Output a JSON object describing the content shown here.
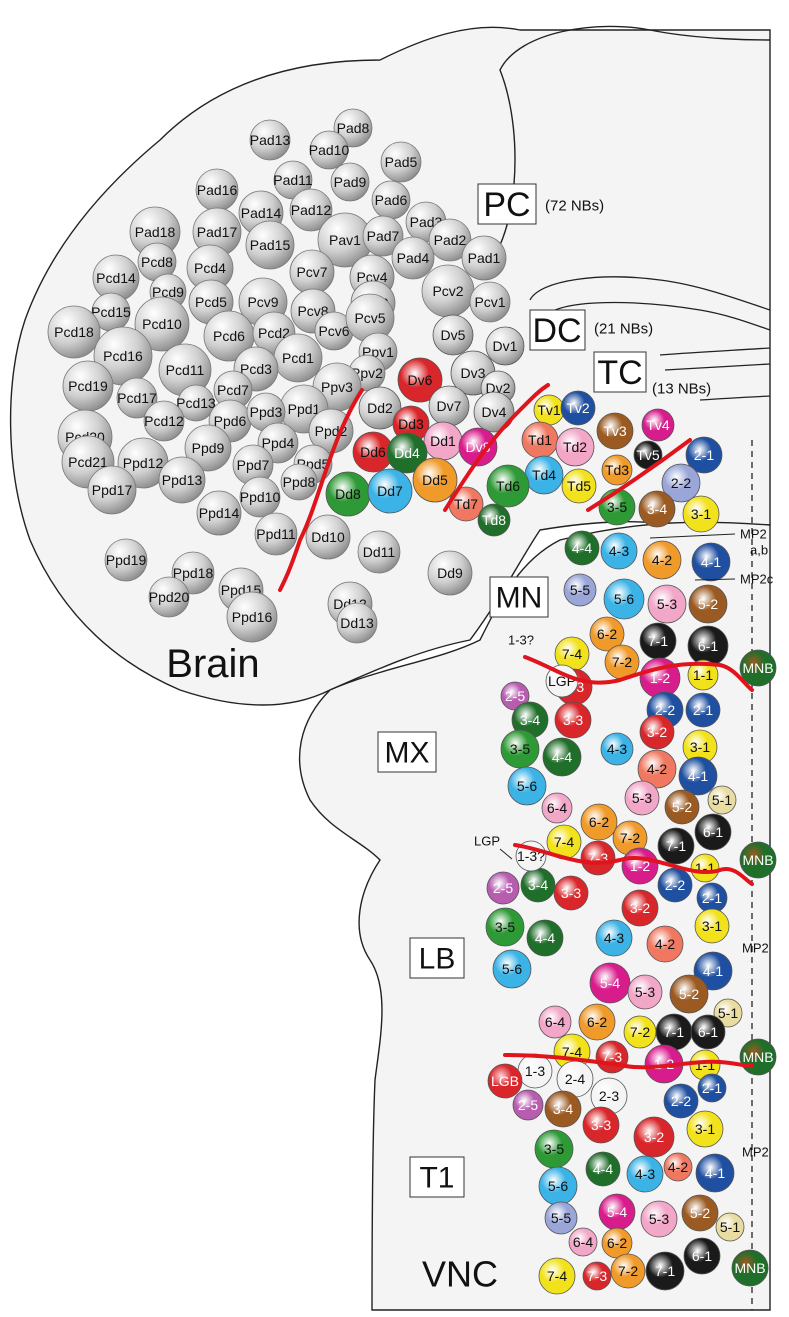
{
  "regions": {
    "pc": {
      "label": "PC",
      "count": "(72 NBs)"
    },
    "dc": {
      "label": "DC",
      "count": "(21 NBs)"
    },
    "tc": {
      "label": "TC",
      "count": "(13 NBs)"
    },
    "mn": {
      "label": "MN"
    },
    "mx": {
      "label": "MX"
    },
    "lb": {
      "label": "LB"
    },
    "t1": {
      "label": "T1"
    },
    "brain": {
      "label": "Brain"
    },
    "vnc": {
      "label": "VNC"
    }
  },
  "annotations": {
    "mp2ab_line1": "MP2",
    "mp2ab_line2": "a,b",
    "mp2c": "MP2c",
    "mp2_lb": "MP2",
    "mp2_t1": "MP2",
    "mnb_mn": "MNB",
    "mnb_mx": "MNB",
    "mnb_lb": "MNB",
    "mnb_t1": "MNB",
    "lgp_mx": "LGP",
    "lgp_lb": "LGP",
    "q13_mn": "1-3?",
    "q13_lb": "1-3?",
    "lgb_t1": "LGB"
  },
  "colors": {
    "gray": "#c8c8c8",
    "red": "#d8262a",
    "green": "#2e9a35",
    "darkgreen": "#1f6e2a",
    "blue": "#1f4fa0",
    "lightblue": "#3bb3e6",
    "orange": "#f09a2a",
    "yellow": "#f2e21c",
    "pink": "#f2a6c8",
    "magenta": "#d81c8c",
    "purple": "#b85cb0",
    "brown": "#9a5a22",
    "black": "#1a1a1a",
    "white": "#f4f4f4",
    "salmon": "#f07860",
    "olive": "#a0a040",
    "cream": "#e8dca0",
    "lavender": "#9aa6d8",
    "segmentBorder": "#e0141c"
  },
  "brain_nbs": [
    "Pad13",
    "Pad8",
    "Pad10",
    "Pad5",
    "Pad11",
    "Pad9",
    "Pad16",
    "Pad6",
    "Pad14",
    "Pad12",
    "Pad3",
    "Pad18",
    "Pad17",
    "Pav1",
    "Pad7",
    "Pad2",
    "Pad15",
    "Pad4",
    "Pad1",
    "Pcd14",
    "Pcd8",
    "Pcd4",
    "Pcv7",
    "Pcv4",
    "Pcv2",
    "Pcd9",
    "Pcv9",
    "Pcv1",
    "Pcd15",
    "Pcd5",
    "Pcv8",
    "Pcv3",
    "Pcd18",
    "Pcd10",
    "Pcd6",
    "Pcd2",
    "Pcv6",
    "Pcv5",
    "Pcd16",
    "Ppv1",
    "Pcd1",
    "Ppv2",
    "Pcd11",
    "Pcd3",
    "Pcd19",
    "Pcd17",
    "Pcd7",
    "Ppv3",
    "Pcd13",
    "Ppd1",
    "Pcd12",
    "Ppd6",
    "Ppd3",
    "Pcd20",
    "Ppd2",
    "Ppd4",
    "Ppd9",
    "Pcd21",
    "Ppd12",
    "Ppd7",
    "Ppd5",
    "Ppd13",
    "Ppd8",
    "Ppd17",
    "Ppd10",
    "Ppd14",
    "Ppd11",
    "Dd10",
    "Dd11",
    "Dd9",
    "Ppd19",
    "Ppd15",
    "Ppd18",
    "Ppd16",
    "Ppd20",
    "Dd12",
    "Dd13"
  ],
  "dc_nbs": [
    "Dv5",
    "Dv1",
    "Dv6",
    "Dv3",
    "Dv2",
    "Dd2",
    "Dv7",
    "Dv4",
    "Dd3",
    "Dd1",
    "Dv8",
    "Dd6",
    "Dd4",
    "Dd5",
    "Dd8",
    "Dd7"
  ],
  "tc_nbs": [
    "Tv1",
    "Tv2",
    "Td1",
    "Td2",
    "Tv3",
    "Tv4",
    "Tv5",
    "Td3",
    "Td4",
    "Td6",
    "Td5",
    "Td7",
    "Td8"
  ],
  "segment_nbs": {
    "mn": [
      "2-1",
      "2-2",
      "3-5",
      "3-4",
      "3-1",
      "4-4",
      "4-3",
      "4-2",
      "4-1",
      "5-5",
      "5-6",
      "5-3",
      "5-2",
      "6-2",
      "7-4",
      "7-1",
      "6-1",
      "7-2",
      "7-3",
      "1-2",
      "1-1",
      "2-5"
    ],
    "mx": [
      "3-4",
      "3-3",
      "2-2",
      "2-1",
      "3-2",
      "3-5",
      "4-4",
      "4-3",
      "3-1",
      "4-2",
      "5-6",
      "4-1",
      "5-3",
      "5-1",
      "5-2",
      "6-4",
      "6-2",
      "6-1",
      "7-4",
      "7-2",
      "7-1",
      "7-3",
      "1-2",
      "1-1",
      "2-5",
      "3-3",
      "3-4"
    ],
    "lb": [
      "2-2",
      "2-1",
      "3-2",
      "3-5",
      "4-4",
      "3-1",
      "4-3",
      "5-6",
      "4-2",
      "5-4",
      "4-1",
      "5-3",
      "5-2",
      "5-1",
      "6-4",
      "6-2",
      "7-2",
      "7-1",
      "6-1",
      "7-4",
      "7-3",
      "1-2",
      "1-1"
    ],
    "t1": [
      "1-3",
      "2-4",
      "2-3",
      "2-2",
      "2-1",
      "2-5",
      "3-4",
      "3-3",
      "3-2",
      "3-1",
      "3-5",
      "4-4",
      "4-3",
      "4-2",
      "4-1",
      "5-6",
      "5-5",
      "5-4",
      "5-3",
      "5-2",
      "5-1",
      "6-4",
      "6-2",
      "7-4",
      "7-3",
      "7-2",
      "7-1",
      "6-1"
    ]
  }
}
